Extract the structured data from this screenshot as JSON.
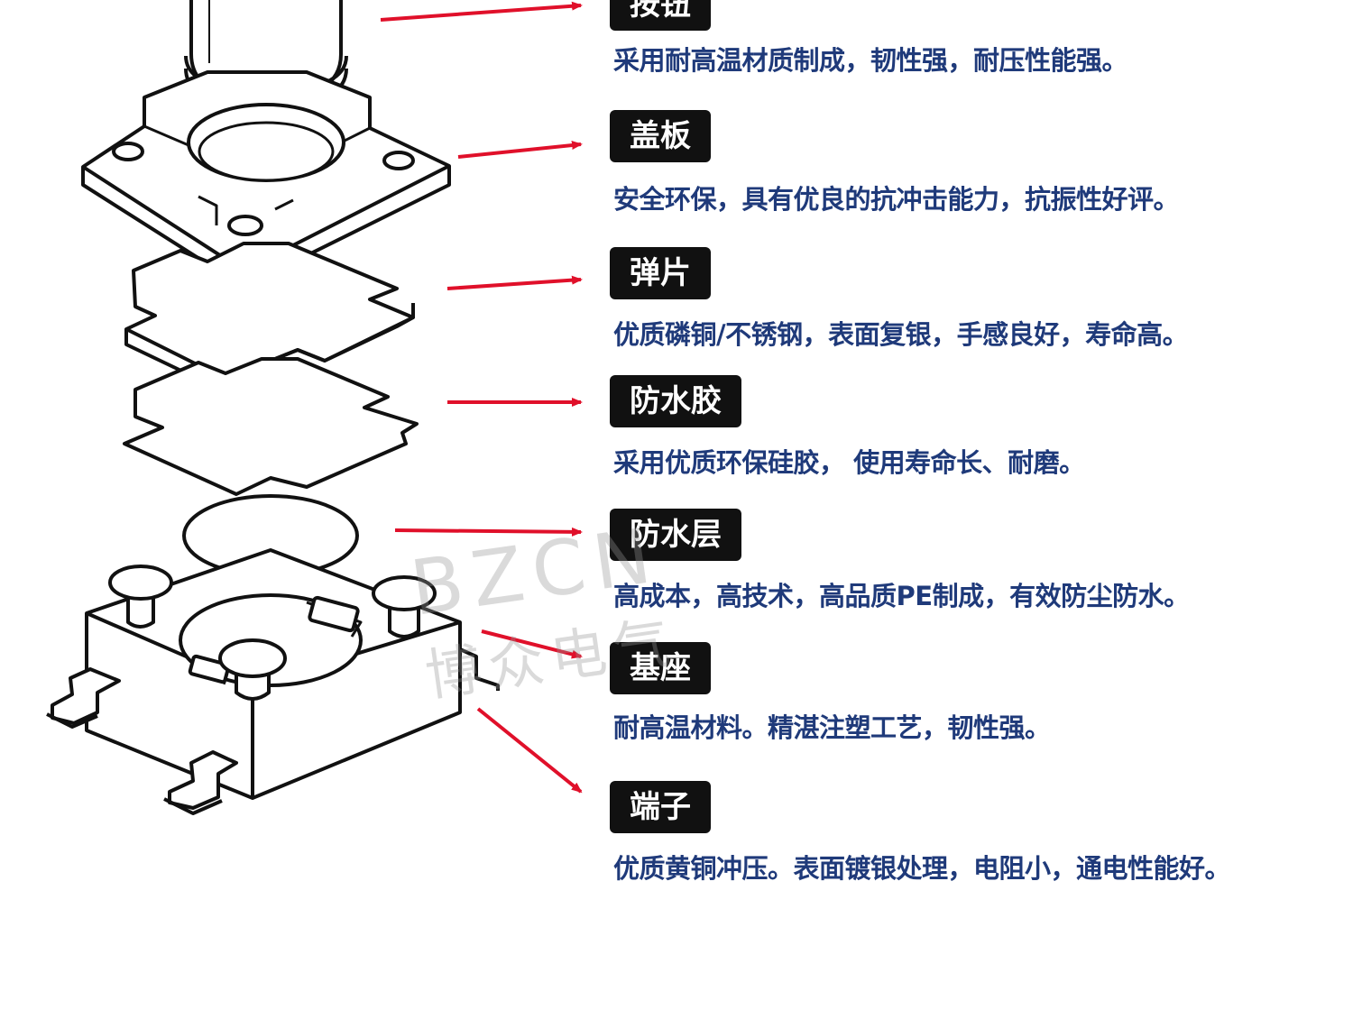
{
  "colors": {
    "arrow": "#e0102a",
    "label_bg": "#111111",
    "label_text": "#ffffff",
    "desc_text": "#1f3a7a",
    "line": "#111111"
  },
  "components": [
    {
      "label": "按钮",
      "description": "采用耐高温材质制成，韧性强，耐压性能强。"
    },
    {
      "label": "盖板",
      "description": "安全环保，具有优良的抗冲击能力，抗振性好评。"
    },
    {
      "label": "弹片",
      "description": "优质磷铜/不锈钢，表面复银，手感良好，寿命高。"
    },
    {
      "label": "防水胶",
      "description": "采用优质环保硅胶， 使用寿命长、耐磨。"
    },
    {
      "label": "防水层",
      "description": "高成本，高技术，高品质PE制成，有效防尘防水。"
    },
    {
      "label": "基座",
      "description": "耐高温材料。精湛注塑工艺，韧性强。"
    },
    {
      "label": "端子",
      "description": "优质黄铜冲压。表面镀银处理，电阻小，通电性能好。"
    }
  ],
  "watermark": {
    "brand": "BZCN",
    "name": "博众电气"
  }
}
